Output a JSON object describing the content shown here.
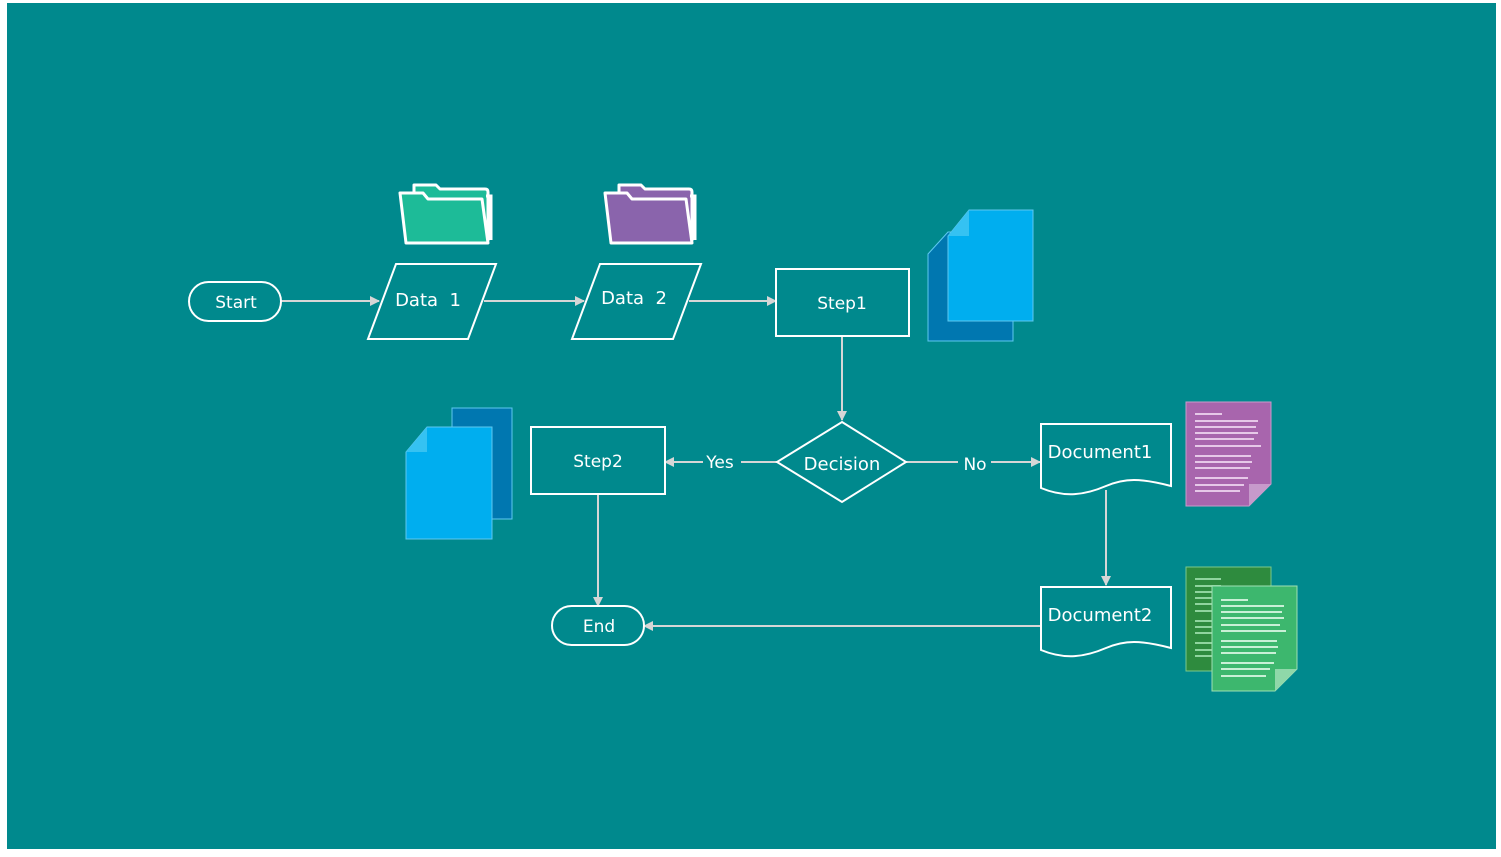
{
  "colors": {
    "background": "#00898d",
    "stroke": "#ffffff",
    "connector": "#d6d6d6",
    "folder_teal": "#1dbb98",
    "folder_purple": "#8a64ac",
    "page_blue_light": "#00aeef",
    "page_blue_dark": "#0077b0",
    "doc_purple": "#a865ad",
    "doc_green_dark": "#2e8b3e",
    "doc_green_light": "#3db76e"
  },
  "nodes": {
    "start": "Start",
    "data1": "Data  1",
    "data2": "Data  2",
    "step1": "Step1",
    "decision": "Decision",
    "step2": "Step2",
    "document1": "Document1",
    "document2": "Document2",
    "end": "End"
  },
  "edges": {
    "yes": "Yes",
    "no": "No"
  },
  "icons": [
    "folder-teal-icon",
    "folder-purple-icon",
    "pages-blue-icon",
    "document-purple-icon",
    "documents-green-icon"
  ]
}
